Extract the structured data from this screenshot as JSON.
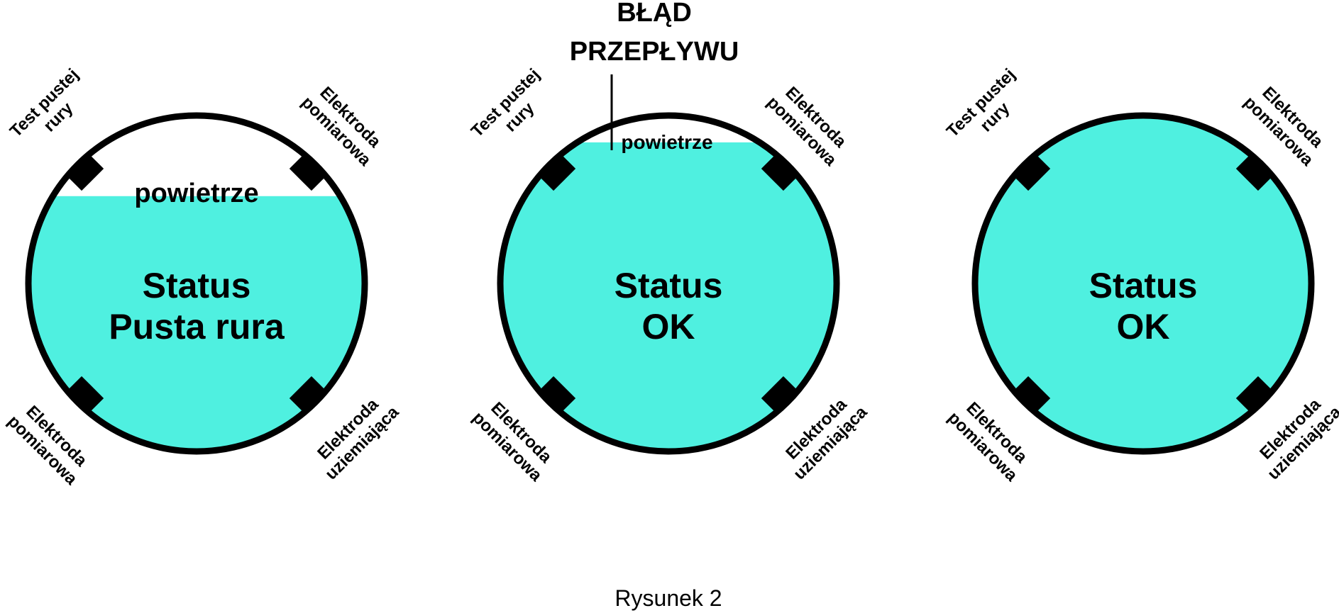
{
  "colors": {
    "liquid": "#4ff0e0",
    "outline": "#000000",
    "background": "#ffffff"
  },
  "error_label": {
    "line1": "BŁĄD",
    "line2": "PRZEPŁYWU"
  },
  "caption": "Rysunek 2",
  "panels": [
    {
      "status_line1": "Status",
      "status_line2": "Pusta rura",
      "air_label": "powietrze",
      "fill_level": 0.76,
      "electrode_labels": {
        "test": [
          "Test pustej",
          "rury"
        ],
        "measure_top": [
          "Elektroda",
          "pomiarowa"
        ],
        "measure_bottom": [
          "Elektroda",
          "pomiarowa"
        ],
        "ground": [
          "Elektroda",
          "uziemiająca"
        ]
      }
    },
    {
      "status_line1": "Status",
      "status_line2": "OK",
      "air_label": "powietrze",
      "fill_level": 0.92,
      "electrode_labels": {
        "test": [
          "Test pustej",
          "rury"
        ],
        "measure_top": [
          "Elektroda",
          "pomiarowa"
        ],
        "measure_bottom": [
          "Elektroda",
          "pomiarowa"
        ],
        "ground": [
          "Elektroda",
          "uziemiająca"
        ]
      }
    },
    {
      "status_line1": "Status",
      "status_line2": "OK",
      "fill_level": 1.0,
      "electrode_labels": {
        "test": [
          "Test pustej",
          "rury"
        ],
        "measure_top": [
          "Elektroda",
          "pomiarowa"
        ],
        "measure_bottom": [
          "Elektroda",
          "pomiarowa"
        ],
        "ground": [
          "Elektroda",
          "uziemiająca"
        ]
      }
    }
  ]
}
